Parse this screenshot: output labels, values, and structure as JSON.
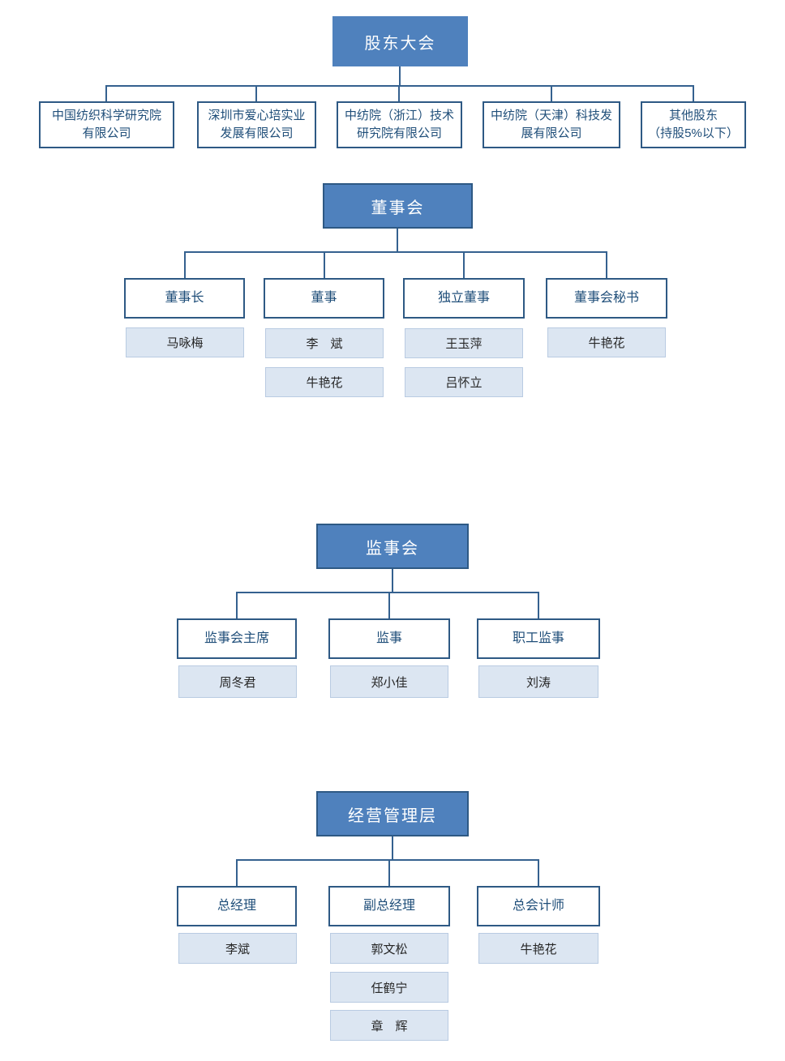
{
  "palette": {
    "heading_fill": "#4F81BD",
    "heading_border": "#2E5984",
    "heading_text": "#FFFFFF",
    "role_box_border": "#2E5984",
    "role_box_text": "#1F4E79",
    "member_fill": "#DCE6F2",
    "member_border": "#B9CBE2",
    "member_text": "#262626",
    "connector": "#35618F"
  },
  "sections": [
    {
      "heading": "股东大会",
      "children": [
        {
          "lines": [
            "中国纺织科学研究院",
            "有限公司"
          ]
        },
        {
          "lines": [
            "深圳市爱心培实业",
            "发展有限公司"
          ]
        },
        {
          "lines": [
            "中纺院（浙江）技术",
            "研究院有限公司"
          ]
        },
        {
          "lines": [
            "中纺院（天津）科技发",
            "展有限公司"
          ]
        },
        {
          "lines": [
            "其他股东",
            "（持股5%以下）"
          ]
        }
      ]
    },
    {
      "heading": "董事会",
      "columns": [
        {
          "title": "董事长",
          "members": [
            "马咏梅"
          ]
        },
        {
          "title": "董事",
          "members": [
            "李　斌",
            "牛艳花"
          ]
        },
        {
          "title": "独立董事",
          "members": [
            "王玉萍",
            "吕怀立"
          ]
        },
        {
          "title": "董事会秘书",
          "members": [
            "牛艳花"
          ]
        }
      ]
    },
    {
      "heading": "监事会",
      "columns": [
        {
          "title": "监事会主席",
          "members": [
            "周冬君"
          ]
        },
        {
          "title": "监事",
          "members": [
            "郑小佳"
          ]
        },
        {
          "title": "职工监事",
          "members": [
            "刘涛"
          ]
        }
      ]
    },
    {
      "heading": "经营管理层",
      "columns": [
        {
          "title": "总经理",
          "members": [
            "李斌"
          ]
        },
        {
          "title": "副总经理",
          "members": [
            "郭文松",
            "任鹤宁",
            "章　辉"
          ]
        },
        {
          "title": "总会计师",
          "members": [
            "牛艳花"
          ]
        }
      ]
    }
  ]
}
